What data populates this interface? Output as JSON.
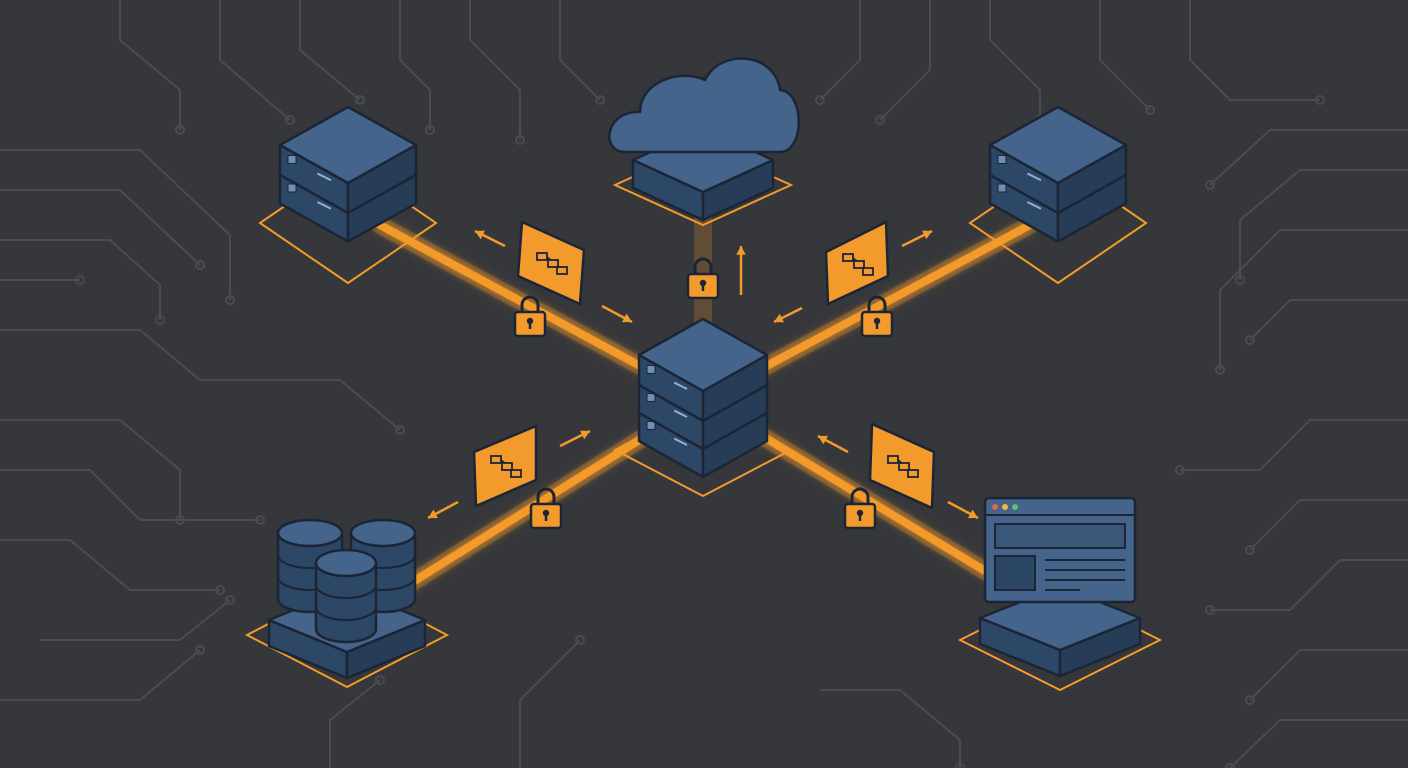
{
  "colors": {
    "background": "#35373b",
    "trace": "#4a4c51",
    "accent_orange": "#f39a2c",
    "glow_orange": "#ff9a1f",
    "node_blue": "#44648c",
    "node_blue_dark": "#2d4766",
    "node_outline": "#1c2535"
  },
  "diagram": {
    "hub": {
      "type": "server-stack",
      "layers": 3
    },
    "nodes": [
      {
        "id": "server-top-left",
        "type": "server-stack",
        "layers": 2
      },
      {
        "id": "cloud-top",
        "type": "cloud-platform"
      },
      {
        "id": "server-top-right",
        "type": "server-stack",
        "layers": 2
      },
      {
        "id": "database-bottom-left",
        "type": "database-cluster"
      },
      {
        "id": "browser-bottom-right",
        "type": "browser-window"
      }
    ],
    "links": [
      {
        "to": "server-top-left",
        "lock": "lock-icon",
        "packet": "encrypted-packet-icon"
      },
      {
        "to": "cloud-top",
        "lock": "lock-icon",
        "packet": "none"
      },
      {
        "to": "server-top-right",
        "lock": "lock-icon",
        "packet": "encrypted-packet-icon"
      },
      {
        "to": "database-bottom-left",
        "lock": "lock-icon",
        "packet": "encrypted-packet-icon"
      },
      {
        "to": "browser-bottom-right",
        "lock": "lock-icon",
        "packet": "encrypted-packet-icon"
      }
    ]
  }
}
